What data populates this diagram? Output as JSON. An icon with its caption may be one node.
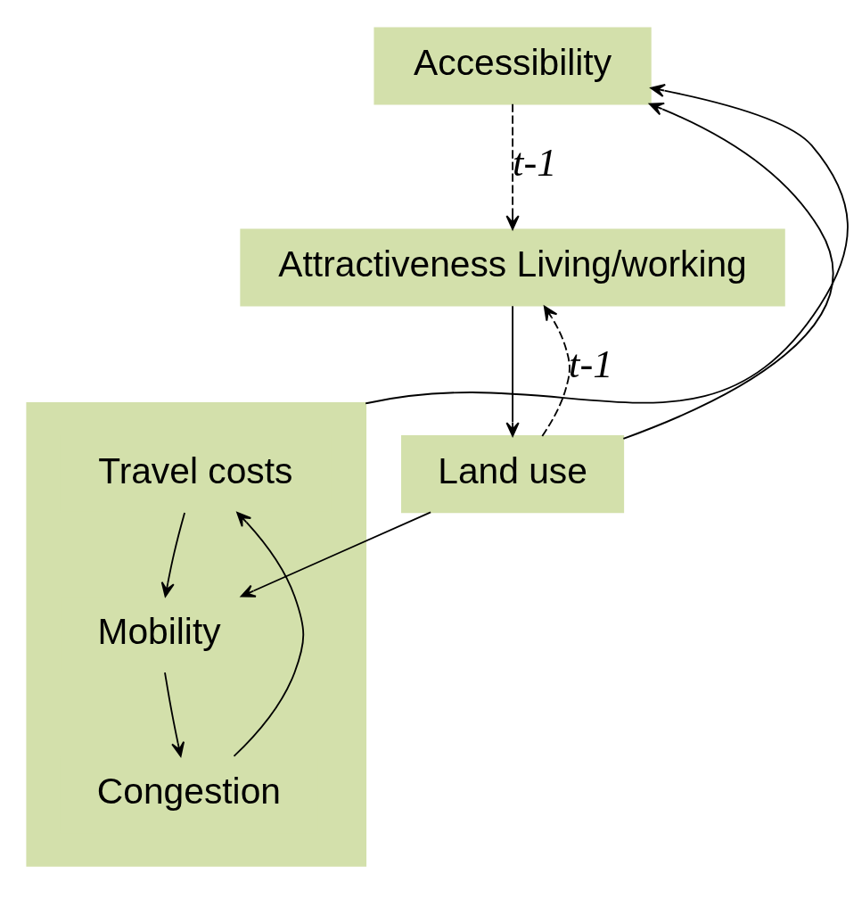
{
  "diagram": {
    "nodes": [
      {
        "text": [
          "Accessibility"
        ]
      },
      {
        "text": [
          "Attractiveness Living/working"
        ]
      },
      {
        "text": [
          "Land use"
        ]
      },
      {
        "text": [],
        "shape": "box"
      },
      {
        "text": [
          "Travel costs"
        ],
        "in": 3
      },
      {
        "text": [
          "Mobility"
        ],
        "in": 3
      },
      {
        "text": [
          "Congestion"
        ],
        "in": 3
      }
    ],
    "edges": [
      {
        "from": 0,
        "to": 1,
        "arrow": "to",
        "style": "dashed",
        "label": "t-1"
      },
      {
        "from": 1,
        "to": 2,
        "arrow": "to"
      },
      {
        "from": 2,
        "to": 1,
        "arrow": "to",
        "style": "dashed",
        "label": "t-1"
      },
      {
        "from": 2,
        "to": 0,
        "arrow": "to"
      },
      {
        "from": 2,
        "to": 5,
        "arrow": "to"
      },
      {
        "from": 3,
        "to": 0,
        "arrow": "to"
      },
      {
        "from": 4,
        "to": 5,
        "arrow": "to"
      },
      {
        "from": 5,
        "to": 6,
        "arrow": "to"
      },
      {
        "from": 6,
        "to": 4,
        "arrow": "to"
      }
    ]
  }
}
